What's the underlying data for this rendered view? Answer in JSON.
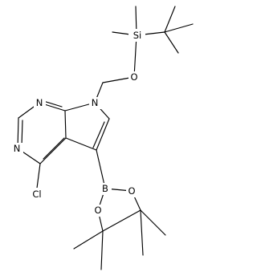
{
  "molecule": {
    "atoms": [
      {
        "symbol": "Si",
        "color": "#000000"
      },
      {
        "symbol": "O",
        "color": "#000000"
      },
      {
        "symbol": "N",
        "color": "#000000"
      },
      {
        "symbol": "N",
        "color": "#000000"
      },
      {
        "symbol": "N",
        "color": "#000000"
      },
      {
        "symbol": "Cl",
        "color": "#000000"
      },
      {
        "symbol": "B",
        "color": "#000000"
      },
      {
        "symbol": "O",
        "color": "#000000"
      },
      {
        "symbol": "O",
        "color": "#000000"
      }
    ]
  }
}
